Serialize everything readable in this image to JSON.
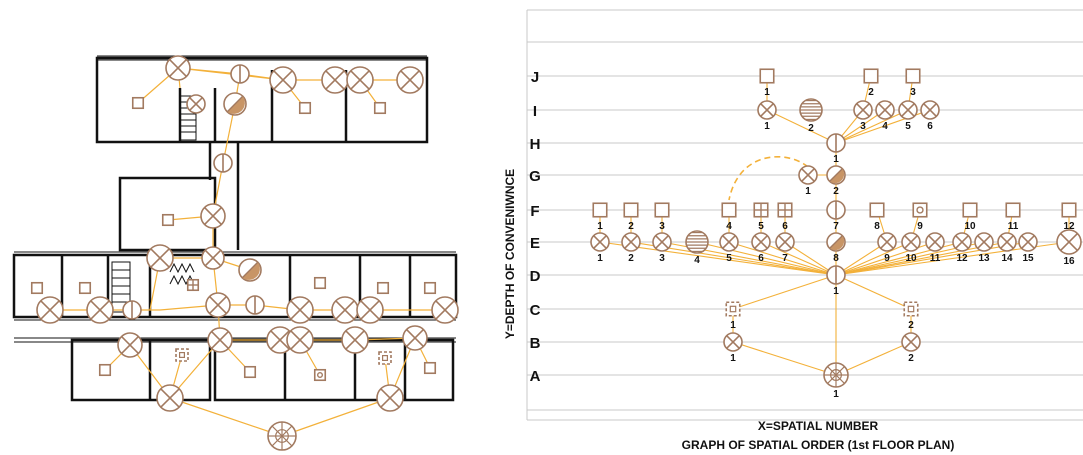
{
  "graph": {
    "y_axis_title": "Y=DEPTH OF CONVENIWNCE",
    "x_axis_title": "X=SPATIAL NUMBER",
    "caption": "GRAPH OF SPATIAL ORDER (1st FLOOR PLAN)",
    "levels": [
      "A",
      "B",
      "C",
      "D",
      "E",
      "F",
      "G",
      "H",
      "I",
      "J"
    ],
    "colors": {
      "node": "#a27a60",
      "link": "#f3b13a",
      "fill": "#c89566",
      "grid": "#c9c9c9"
    },
    "nodes": [
      {
        "id": "A1",
        "level": "A",
        "label": "1",
        "shape": "wheel"
      },
      {
        "id": "B1",
        "level": "B",
        "label": "1",
        "shape": "x-circle"
      },
      {
        "id": "B2",
        "level": "B",
        "label": "2",
        "shape": "x-circle"
      },
      {
        "id": "C1",
        "level": "C",
        "label": "1",
        "shape": "dashed-square"
      },
      {
        "id": "C2",
        "level": "C",
        "label": "2",
        "shape": "dashed-square"
      },
      {
        "id": "D1",
        "level": "D",
        "label": "1",
        "shape": "bar-circle"
      },
      {
        "id": "E1",
        "level": "E",
        "label": "1",
        "shape": "x-circle"
      },
      {
        "id": "E2",
        "level": "E",
        "label": "2",
        "shape": "x-circle"
      },
      {
        "id": "E3",
        "level": "E",
        "label": "3",
        "shape": "x-circle"
      },
      {
        "id": "E4",
        "level": "E",
        "label": "4",
        "shape": "striped-circle"
      },
      {
        "id": "E5",
        "level": "E",
        "label": "5",
        "shape": "x-circle"
      },
      {
        "id": "E6",
        "level": "E",
        "label": "6",
        "shape": "x-circle"
      },
      {
        "id": "E7",
        "level": "E",
        "label": "7",
        "shape": "x-circle"
      },
      {
        "id": "E8",
        "level": "E",
        "label": "8",
        "shape": "half-circle"
      },
      {
        "id": "E9",
        "level": "E",
        "label": "9",
        "shape": "x-circle"
      },
      {
        "id": "E10",
        "level": "E",
        "label": "10",
        "shape": "x-circle"
      },
      {
        "id": "E11",
        "level": "E",
        "label": "11",
        "shape": "x-circle"
      },
      {
        "id": "E12",
        "level": "E",
        "label": "12",
        "shape": "x-circle"
      },
      {
        "id": "E13",
        "level": "E",
        "label": "13",
        "shape": "x-circle"
      },
      {
        "id": "E14",
        "level": "E",
        "label": "14",
        "shape": "x-circle"
      },
      {
        "id": "E15",
        "level": "E",
        "label": "15",
        "shape": "x-circle"
      },
      {
        "id": "E16",
        "level": "E",
        "label": "16",
        "shape": "x-circle"
      },
      {
        "id": "F1",
        "level": "F",
        "label": "1",
        "shape": "square"
      },
      {
        "id": "F2",
        "level": "F",
        "label": "2",
        "shape": "square"
      },
      {
        "id": "F3",
        "level": "F",
        "label": "3",
        "shape": "square"
      },
      {
        "id": "F4",
        "level": "F",
        "label": "4",
        "shape": "square"
      },
      {
        "id": "F5",
        "level": "F",
        "label": "5",
        "shape": "grid-square"
      },
      {
        "id": "F6",
        "level": "F",
        "label": "6",
        "shape": "grid-square"
      },
      {
        "id": "F7",
        "level": "F",
        "label": "7",
        "shape": "bar-circle"
      },
      {
        "id": "F8",
        "level": "F",
        "label": "8",
        "shape": "square"
      },
      {
        "id": "F9",
        "level": "F",
        "label": "9",
        "shape": "circle-square"
      },
      {
        "id": "F10",
        "level": "F",
        "label": "10",
        "shape": "square"
      },
      {
        "id": "F11",
        "level": "F",
        "label": "11",
        "shape": "square"
      },
      {
        "id": "F12",
        "level": "F",
        "label": "12",
        "shape": "square"
      },
      {
        "id": "G1",
        "level": "G",
        "label": "1",
        "shape": "x-circle"
      },
      {
        "id": "G2",
        "level": "G",
        "label": "2",
        "shape": "half-circle"
      },
      {
        "id": "H1",
        "level": "H",
        "label": "1",
        "shape": "bar-circle"
      },
      {
        "id": "I1",
        "level": "I",
        "label": "1",
        "shape": "x-circle"
      },
      {
        "id": "I2",
        "level": "I",
        "label": "2",
        "shape": "striped-circle"
      },
      {
        "id": "I3",
        "level": "I",
        "label": "3",
        "shape": "x-circle"
      },
      {
        "id": "I4",
        "level": "I",
        "label": "4",
        "shape": "x-circle"
      },
      {
        "id": "I5",
        "level": "I",
        "label": "5",
        "shape": "x-circle"
      },
      {
        "id": "I6",
        "level": "I",
        "label": "6",
        "shape": "x-circle"
      },
      {
        "id": "J1",
        "level": "J",
        "label": "1",
        "shape": "square"
      },
      {
        "id": "J2",
        "level": "J",
        "label": "2",
        "shape": "square"
      },
      {
        "id": "J3",
        "level": "J",
        "label": "3",
        "shape": "square"
      }
    ],
    "edges": [
      [
        "A1",
        "B1"
      ],
      [
        "A1",
        "B2"
      ],
      [
        "A1",
        "D1"
      ],
      [
        "B1",
        "C1"
      ],
      [
        "B2",
        "C2"
      ],
      [
        "C1",
        "D1"
      ],
      [
        "C2",
        "D1"
      ],
      [
        "D1",
        "E1"
      ],
      [
        "D1",
        "E2"
      ],
      [
        "D1",
        "E3"
      ],
      [
        "D1",
        "E4"
      ],
      [
        "D1",
        "E5"
      ],
      [
        "D1",
        "E6"
      ],
      [
        "D1",
        "E7"
      ],
      [
        "D1",
        "E8"
      ],
      [
        "D1",
        "E9"
      ],
      [
        "D1",
        "E10"
      ],
      [
        "D1",
        "E11"
      ],
      [
        "D1",
        "E12"
      ],
      [
        "D1",
        "E13"
      ],
      [
        "D1",
        "E14"
      ],
      [
        "D1",
        "E15"
      ],
      [
        "D1",
        "E16"
      ],
      [
        "E1",
        "F1"
      ],
      [
        "E2",
        "F2"
      ],
      [
        "E3",
        "F3"
      ],
      [
        "E5",
        "F4"
      ],
      [
        "E6",
        "F5"
      ],
      [
        "E7",
        "F6"
      ],
      [
        "E8",
        "F7"
      ],
      [
        "E9",
        "F8"
      ],
      [
        "E10",
        "F9"
      ],
      [
        "E12",
        "F10"
      ],
      [
        "E14",
        "F11"
      ],
      [
        "E16",
        "F12"
      ],
      [
        "F7",
        "G2"
      ],
      [
        "G1",
        "G2"
      ],
      [
        "G2",
        "H1"
      ],
      [
        "H1",
        "I1"
      ],
      [
        "H1",
        "I3"
      ],
      [
        "H1",
        "I4"
      ],
      [
        "H1",
        "I5"
      ],
      [
        "H1",
        "I6"
      ],
      [
        "I1",
        "J1"
      ],
      [
        "I3",
        "J2"
      ],
      [
        "I5",
        "J3"
      ]
    ],
    "dashed_edges": [
      [
        "G1",
        "F4"
      ]
    ]
  },
  "plan": {
    "colors": {
      "wall": "#111111",
      "node": "#a27a60",
      "link": "#f3b13a",
      "fill": "#c89566"
    }
  }
}
